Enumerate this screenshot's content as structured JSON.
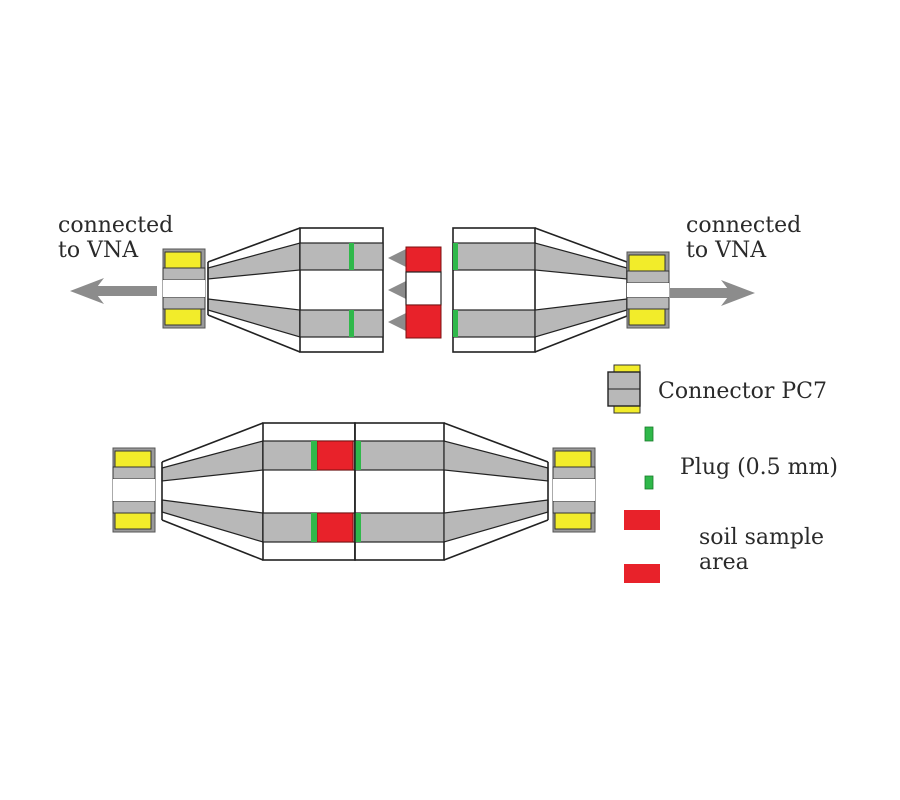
{
  "labels": {
    "left_vna": [
      "connected",
      "to VNA"
    ],
    "right_vna": [
      "connected",
      "to VNA"
    ]
  },
  "legend": {
    "connector": "Connector PC7",
    "plug": "Plug (0.5 mm)",
    "sample": [
      "soil sample",
      "area"
    ]
  },
  "colors": {
    "connector_yellow": "#f2ec2a",
    "tube_gray": "#b8b8b8",
    "plug_green": "#2fb84a",
    "sample_red": "#e8222a",
    "arrow_gray": "#8c8c8c"
  }
}
